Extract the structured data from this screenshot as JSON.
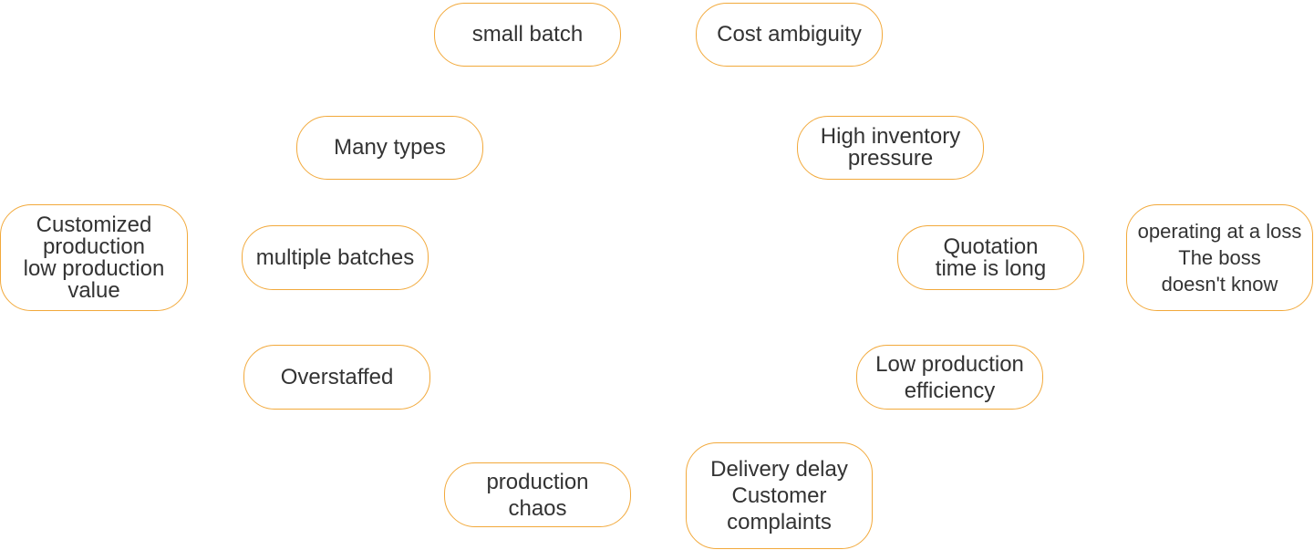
{
  "colors": {
    "node_border": "#f2a93b",
    "text": "#333333",
    "background": "#ffffff"
  },
  "nodes": {
    "small_batch": {
      "lines": [
        "small batch"
      ]
    },
    "cost_ambiguity": {
      "lines": [
        "Cost ambiguity"
      ]
    },
    "many_types": {
      "lines": [
        "Many types"
      ]
    },
    "high_inventory_pressure": {
      "lines": [
        "High inventory",
        "pressure"
      ]
    },
    "customized_production": {
      "lines": [
        "Customized",
        "production",
        "low production",
        "value"
      ]
    },
    "multiple_batches": {
      "lines": [
        "multiple batches"
      ]
    },
    "quotation_time": {
      "lines": [
        "Quotation",
        "time is long"
      ]
    },
    "operating_at_a_loss": {
      "lines": [
        "operating at a loss",
        "The boss",
        "doesn't know"
      ]
    },
    "overstaffed": {
      "lines": [
        "Overstaffed"
      ]
    },
    "low_production_efficiency": {
      "lines": [
        "Low production",
        "efficiency"
      ]
    },
    "production_chaos": {
      "lines": [
        "production",
        "chaos"
      ]
    },
    "delivery_delay": {
      "lines": [
        "Delivery delay",
        "Customer",
        "complaints"
      ]
    }
  }
}
